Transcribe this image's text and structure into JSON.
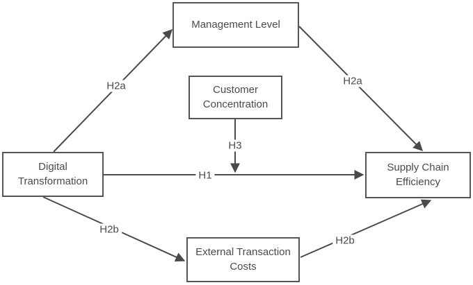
{
  "diagram": {
    "type": "path-model",
    "colors": {
      "background": "#ffffff",
      "line": "#4a4a4a",
      "box_border": "#555555",
      "text": "#4a4a4a"
    },
    "nodes": [
      {
        "id": "management-level",
        "label": "Management Level"
      },
      {
        "id": "customer-concentration",
        "label": "Customer Concentration"
      },
      {
        "id": "digital-transformation",
        "label": "Digital Transformation"
      },
      {
        "id": "supply-chain-efficiency",
        "label": "Supply Chain Efficiency"
      },
      {
        "id": "external-transaction-costs",
        "label": "External Transaction Costs"
      }
    ],
    "edges": [
      {
        "from": "digital-transformation",
        "to": "management-level",
        "label": "H2a"
      },
      {
        "from": "management-level",
        "to": "supply-chain-efficiency",
        "label": "H2a"
      },
      {
        "from": "digital-transformation",
        "to": "supply-chain-efficiency",
        "label": "H1"
      },
      {
        "from": "customer-concentration",
        "to": "h1-path",
        "label": "H3"
      },
      {
        "from": "digital-transformation",
        "to": "external-transaction-costs",
        "label": "H2b"
      },
      {
        "from": "external-transaction-costs",
        "to": "supply-chain-efficiency",
        "label": "H2b"
      }
    ]
  }
}
